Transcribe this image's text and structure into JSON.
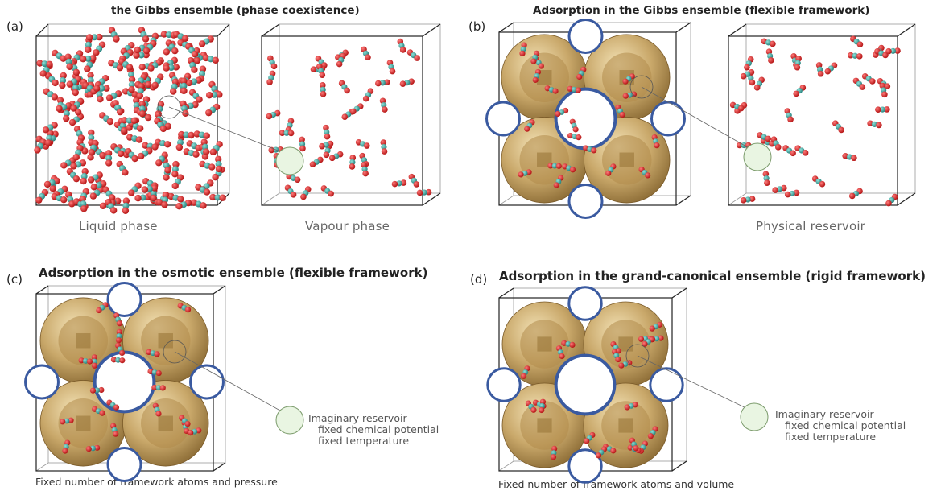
{
  "panels": {
    "a": {
      "label": "(a)",
      "title": "the Gibbs ensemble (phase coexistence)",
      "left_caption": "Liquid phase",
      "right_caption": "Vapour phase"
    },
    "b": {
      "label": "(b)",
      "title": "Adsorption in the Gibbs ensemble (flexible framework)",
      "right_caption": "Physical reservoir"
    },
    "c": {
      "label": "(c)",
      "title": "Adsorption in the osmotic ensemble (flexible framework)",
      "reservoir_lines": [
        "Imaginary reservoir",
        "fixed chemical potential",
        "fixed temperature"
      ],
      "footer": "Fixed number of framework atoms and pressure"
    },
    "d": {
      "label": "(d)",
      "title": "Adsorption in the grand-canonical ensemble (rigid framework)",
      "reservoir_lines": [
        "Imaginary reservoir",
        "fixed chemical potential",
        "fixed temperature"
      ],
      "footer": "Fixed number of framework atoms and volume"
    }
  },
  "colors": {
    "oxygen": "#cc1a1a",
    "carbon": "#3aa6a0",
    "framework_gold": "#c9a86a",
    "framework_blue": "#3a5aa0",
    "reservoir_fill": "#e9f5e2",
    "box_line": "#222222"
  }
}
